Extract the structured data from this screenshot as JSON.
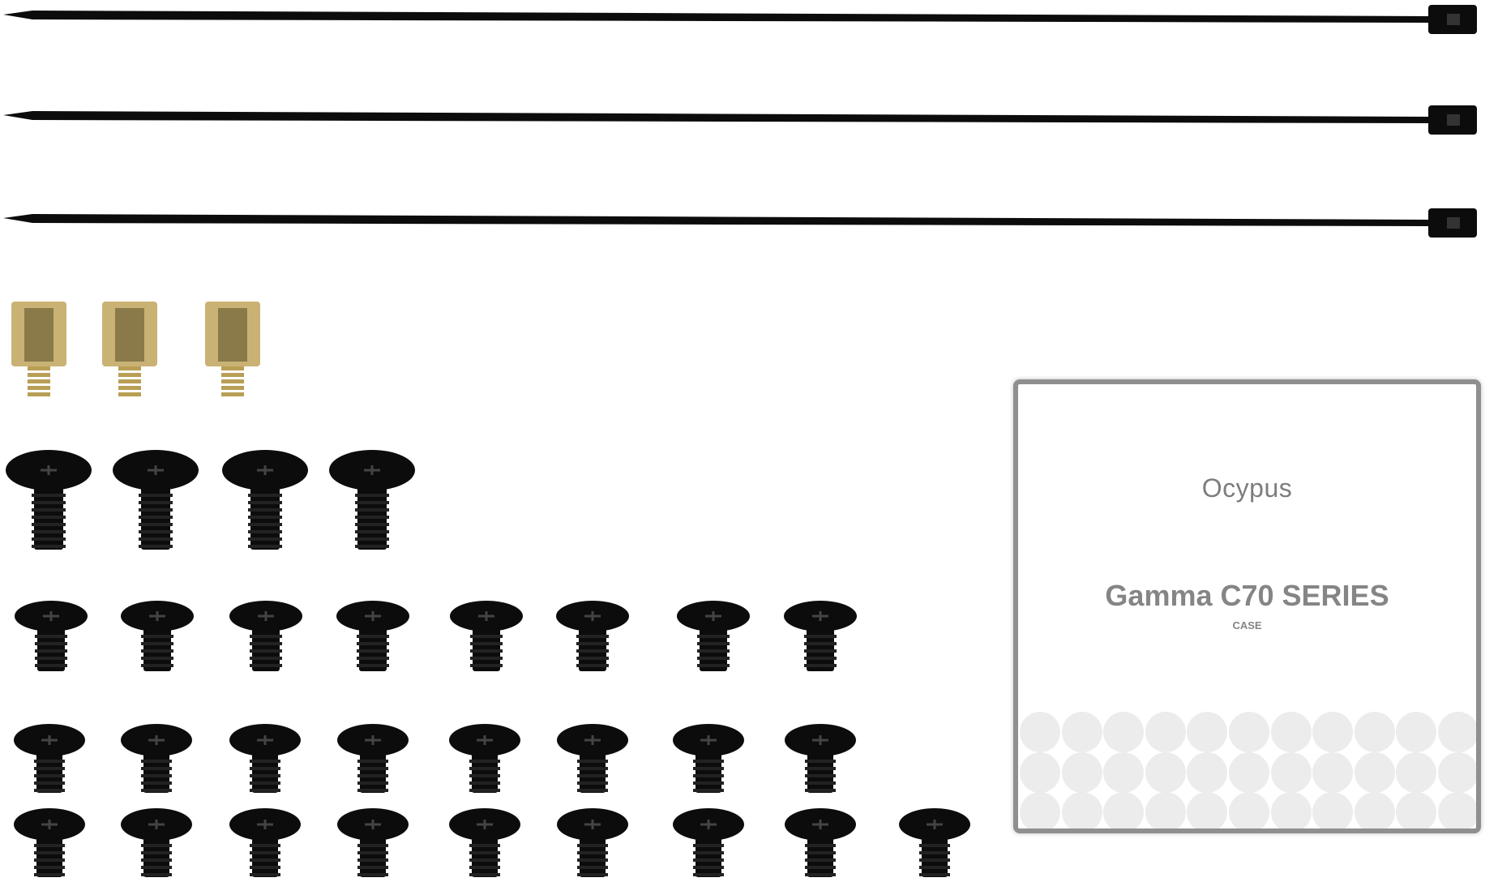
{
  "manual": {
    "brand": "Ocypus",
    "title": "Gamma C70 SERIES",
    "subtitle": "CASE"
  },
  "colors": {
    "screw": "#0c0c0c",
    "brass": "#c9b274",
    "manual_border": "#8f8f8f",
    "dots": "#ececec"
  }
}
